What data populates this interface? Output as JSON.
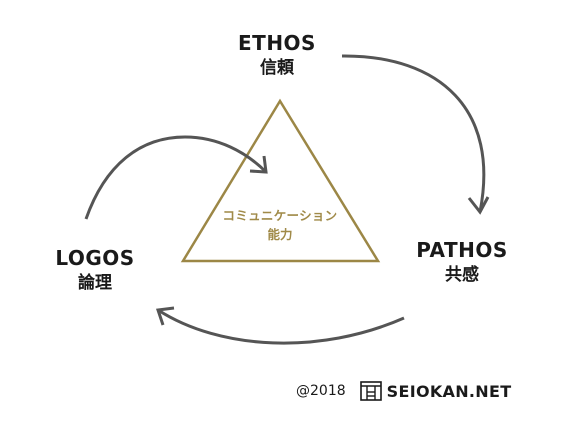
{
  "nodes": {
    "ethos": {
      "en": "ETHOS",
      "jp": "信頼"
    },
    "pathos": {
      "en": "PATHOS",
      "jp": "共感"
    },
    "logos": {
      "en": "LOGOS",
      "jp": "論理"
    }
  },
  "center": {
    "line1": "コミュニケーション",
    "line2": "能力"
  },
  "footer": {
    "copyright": "@2018",
    "site": "SEIOKAN.NET"
  },
  "colors": {
    "triangle": "#9c8746",
    "arrow": "#555555",
    "text": "#1a1a1a",
    "center_text": "#a08a48"
  },
  "icons": {
    "logo": "seiokan-logo-icon"
  }
}
